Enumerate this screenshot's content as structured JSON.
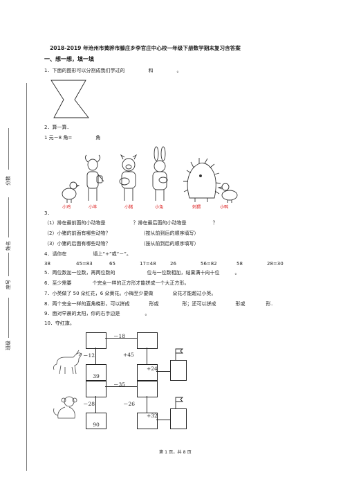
{
  "header": {
    "title": "2018-2019 年沧州市黄骅市滕庄乡李官庄中心校一年级下册数学期末复习含答案",
    "section1": "一、想一想，填一填"
  },
  "binding": {
    "score": "分数",
    "name": "姓名",
    "seat": "座号",
    "class": "班级"
  },
  "q1": {
    "prefix": "1．下面的图形可以分割成我们学过的",
    "and": "和",
    "end": "。"
  },
  "q2": {
    "text": "2．算一算．",
    "formula": "1 元－8 角=",
    "unit": "角"
  },
  "animals": [
    "小鸡",
    "小羊",
    "小猪",
    "小兔",
    "刺猬",
    "小鸭"
  ],
  "q3": {
    "num": "3．",
    "line1a": "（1）排在最前面的小动物是",
    "line1b": "？排在最后面的小动物是",
    "line1c": "？",
    "line2a": "（2）小猪的前面有哪些动物？",
    "line2b": "（按从前到后的顺序填写）",
    "line3a": "（3）小猪的后面有哪些动物？",
    "line3b": "（按从前到后的顺序填写）"
  },
  "q4": {
    "text": "4．请你在",
    "text2": "填上“+”或“－”。",
    "items": [
      "38",
      "45=83",
      "65",
      "17=48",
      "26",
      "56=82",
      "58",
      "28=30"
    ]
  },
  "q5": {
    "a": "5．两位数加一位数，再两位数的",
    "b": "位与一位数相加，结果满十向十位",
    "c": "。"
  },
  "q6": {
    "a": "6．至少需要",
    "b": "个完全一样的正方形才能拼成一个大正方形。"
  },
  "q7": {
    "a": "7．小英做了 50 朵红花，6 朵黄花。小梅至少要做",
    "b": "朵花才能超过小英。"
  },
  "q8": {
    "a": "8．两个完全一样的直角梯形，可以拼成",
    "b": "形或",
    "c": "形；还可以拼成",
    "d": "形或",
    "e": "形．"
  },
  "q9": {
    "a": "9．面对早晨的太阳，你的右手边是",
    "b": "。"
  },
  "q10": {
    "text": "10．夺红旗。"
  },
  "flow1": {
    "top_op": "－18",
    "left_op": "－12",
    "start": "39",
    "mid_op": "+45",
    "right_op": "+24"
  },
  "flow2": {
    "top_op": "－35",
    "left_op": "－28",
    "start": "90",
    "mid_op": "－26",
    "right_op": "+32"
  },
  "footer": "第 1 页，共 8 页"
}
